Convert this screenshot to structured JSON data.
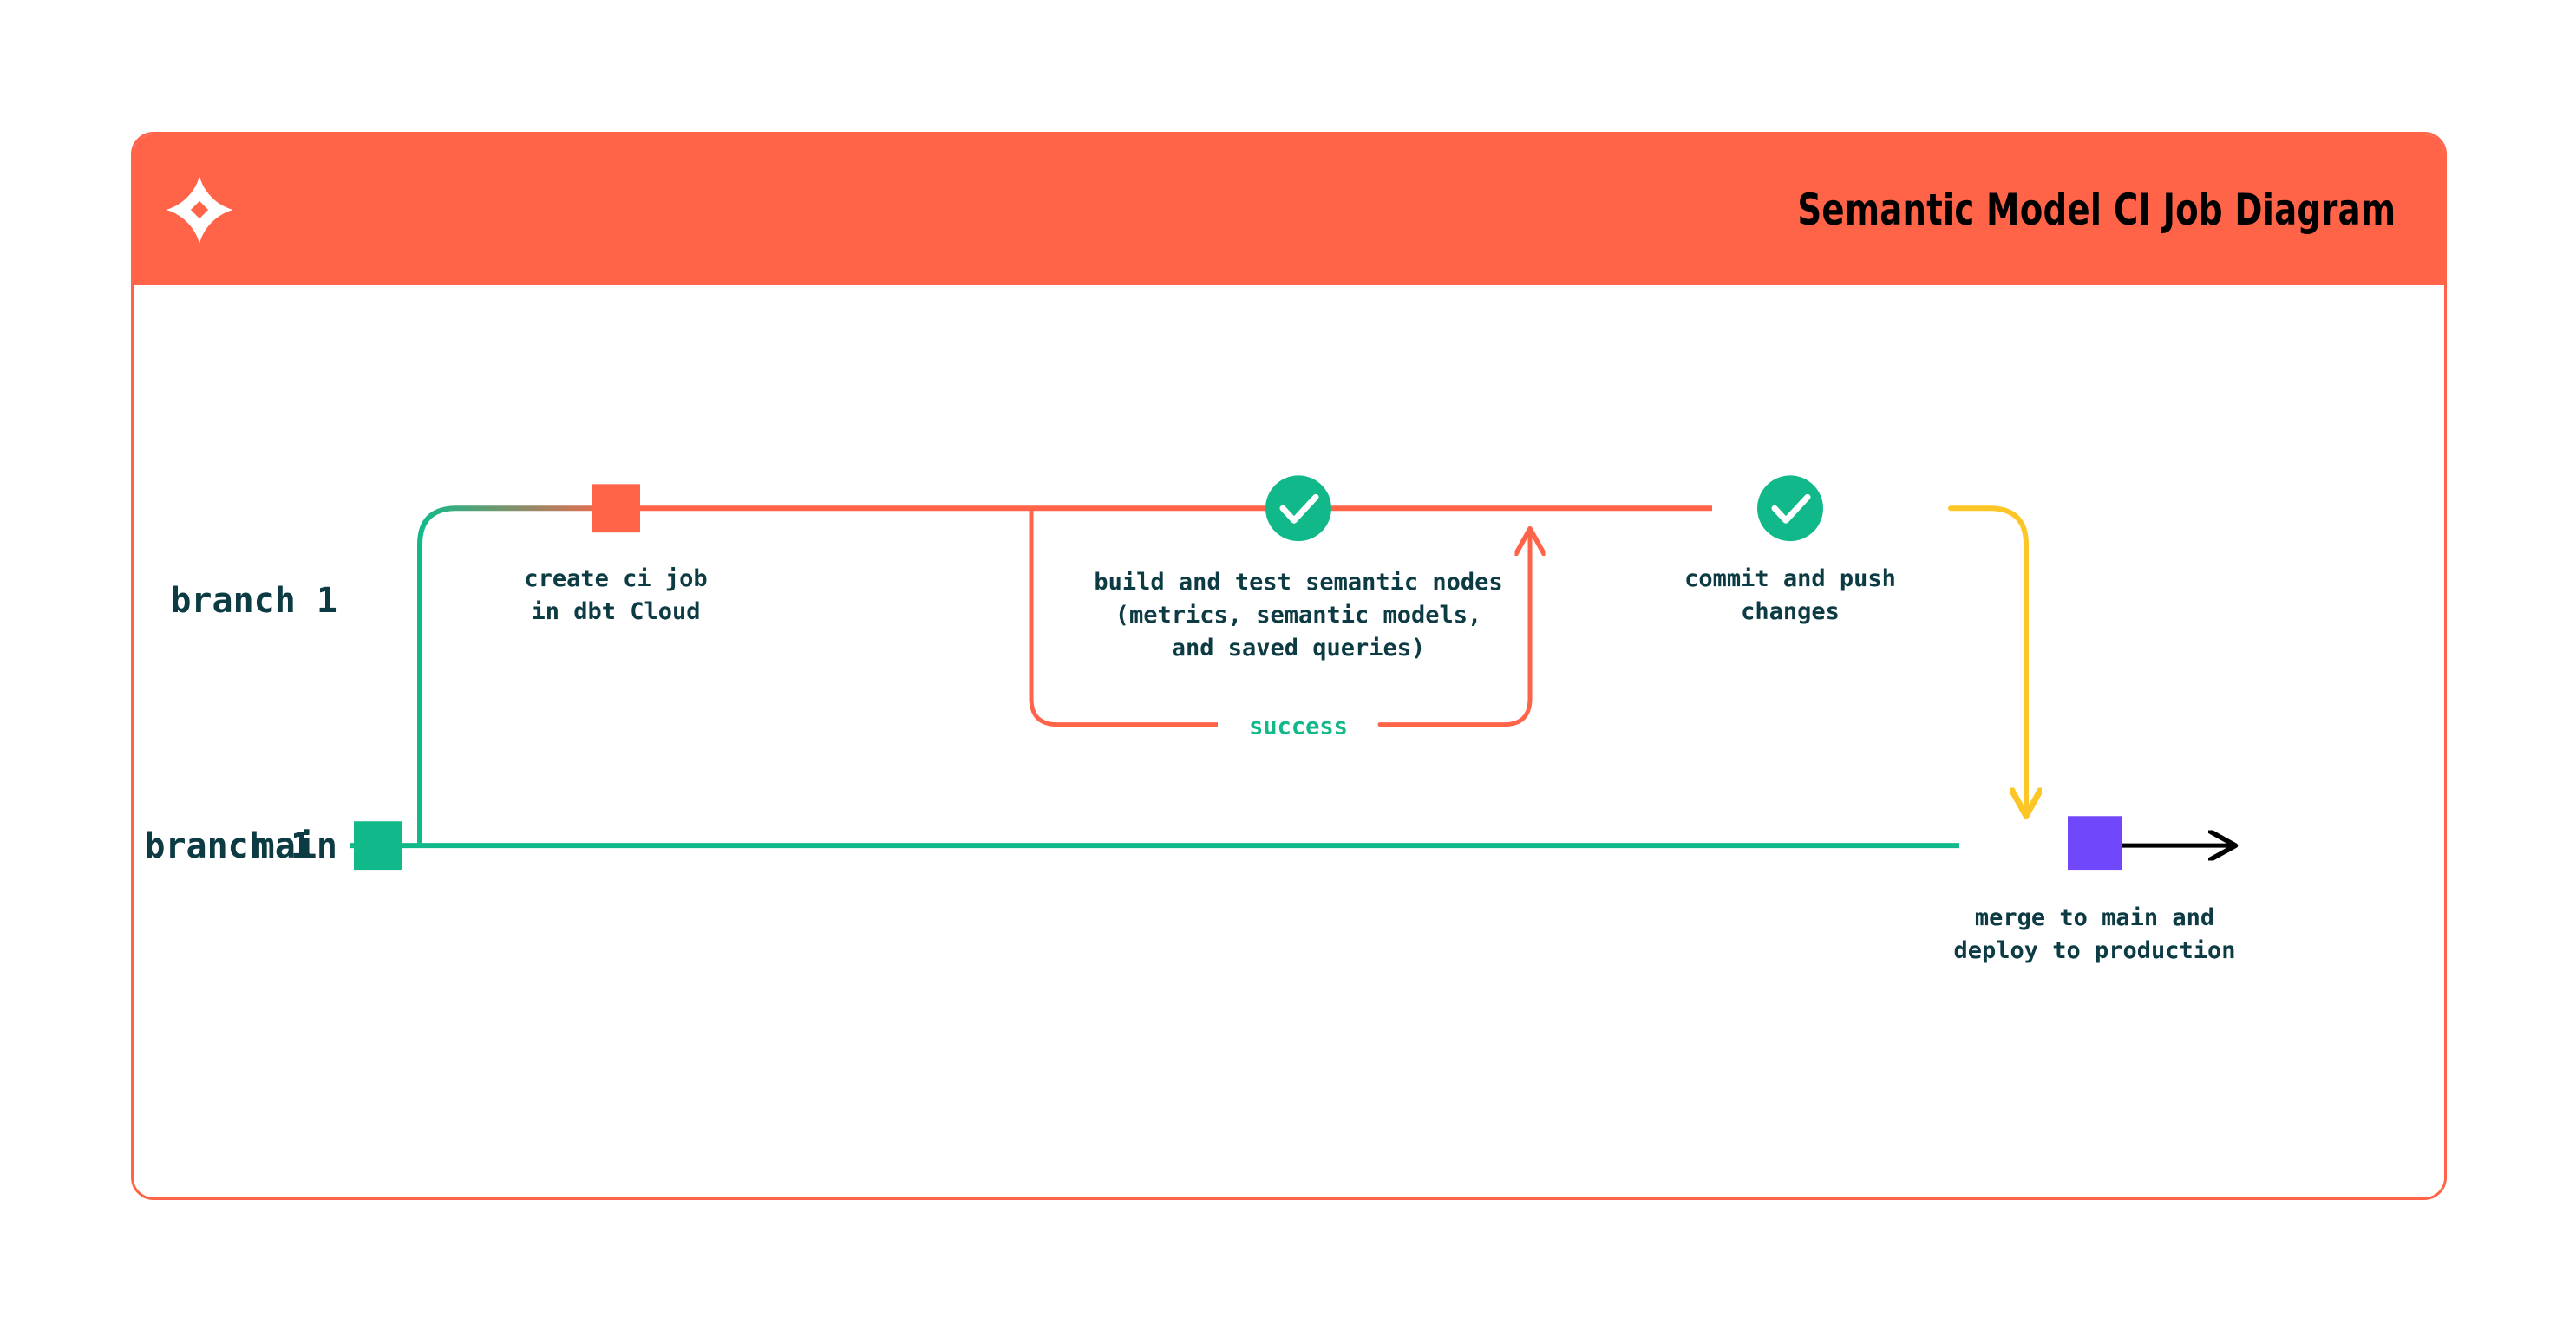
{
  "header": {
    "title": "Semantic Model CI Job Diagram",
    "logo_icon": "dbt-star-icon",
    "background_color": "#FF6449",
    "title_color": "#000000"
  },
  "card": {
    "border_color": "#FF6449",
    "background_color": "#FFFFFF"
  },
  "palette": {
    "coral": "#FF6449",
    "green": "#11B98A",
    "yellow": "#FBC626",
    "purple": "#7147FB",
    "ink": "#0D3B44",
    "black": "#000000"
  },
  "diagram": {
    "type": "git-branch-flow",
    "lanes": [
      {
        "id": "branch-1",
        "label": "branch 1",
        "color": "#FF6449"
      },
      {
        "id": "main",
        "label": "main",
        "color": "#11B98A"
      }
    ],
    "nodes": [
      {
        "id": "create-ci-job",
        "lane": "branch-1",
        "shape": "square",
        "color": "#FF6449",
        "label_lines": [
          "create ci job",
          "in dbt Cloud"
        ]
      },
      {
        "id": "build-and-test",
        "lane": "branch-1",
        "shape": "circle-check",
        "color": "#11B98A",
        "icon": "check-icon",
        "label_lines": [
          "build and test semantic nodes",
          "(metrics, semantic models,",
          "and saved queries)"
        ]
      },
      {
        "id": "commit-and-push",
        "lane": "branch-1",
        "shape": "circle-check",
        "color": "#11B98A",
        "icon": "check-icon",
        "label_lines": [
          "commit and push",
          "changes"
        ]
      },
      {
        "id": "merge-to-main",
        "lane": "main",
        "shape": "square",
        "color": "#7147FB",
        "label_lines": [
          "merge to main and",
          "deploy to production"
        ]
      }
    ],
    "edges": [
      {
        "id": "fork-from-main",
        "from": "main",
        "to": "branch-1",
        "color_start": "#11B98A",
        "color_end": "#FF6449",
        "label": ""
      },
      {
        "id": "success-loop",
        "from": "build-and-test",
        "to": "build-and-test",
        "color": "#FF6449",
        "label": "success",
        "label_color": "#11B98A",
        "arrow": true
      },
      {
        "id": "merge-into-main",
        "from": "branch-1",
        "to": "main",
        "color": "#FBC626",
        "label": "",
        "arrow": true
      },
      {
        "id": "main-continues",
        "from": "merge-to-main",
        "to": "future",
        "color": "#000000",
        "label": "",
        "arrow": true
      }
    ]
  }
}
